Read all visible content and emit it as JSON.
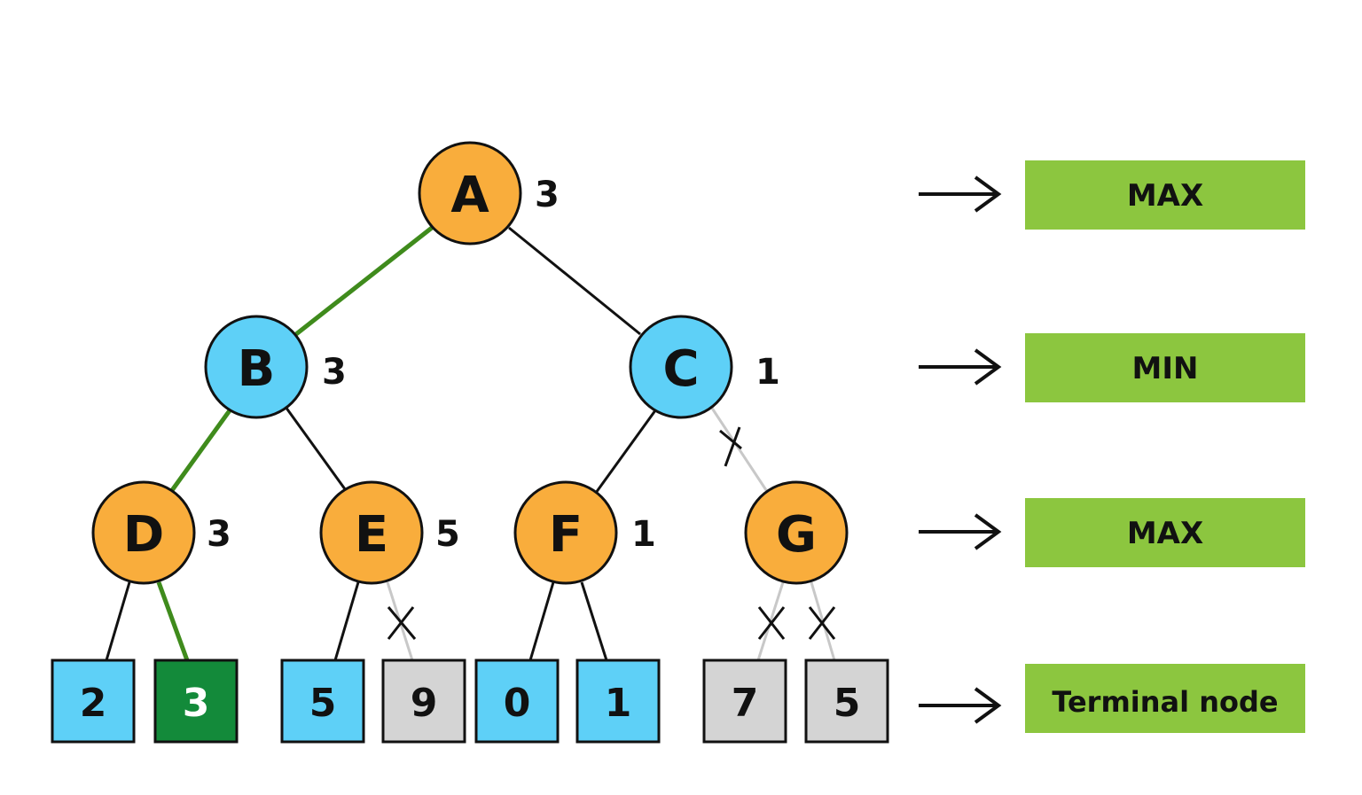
{
  "colors": {
    "max_node": "#f9ad3c",
    "min_node": "#5ed0f7",
    "leaf_normal": "#5ed0f7",
    "leaf_chosen": "#138a3a",
    "leaf_pruned": "#d4d4d4",
    "chosen_edge": "#3f8b1c",
    "pruned_edge": "#c8c8c8",
    "label_box": "#8cc63f"
  },
  "nodes": {
    "A": {
      "label": "A",
      "value": "3",
      "type": "max"
    },
    "B": {
      "label": "B",
      "value": "3",
      "type": "min"
    },
    "C": {
      "label": "C",
      "value": "1",
      "type": "min"
    },
    "D": {
      "label": "D",
      "value": "3",
      "type": "max"
    },
    "E": {
      "label": "E",
      "value": "5",
      "type": "max"
    },
    "F": {
      "label": "F",
      "value": "1",
      "type": "max"
    },
    "G": {
      "label": "G",
      "value": "",
      "type": "max"
    }
  },
  "leaves": [
    {
      "value": "2",
      "state": "normal"
    },
    {
      "value": "3",
      "state": "chosen"
    },
    {
      "value": "5",
      "state": "normal"
    },
    {
      "value": "9",
      "state": "pruned"
    },
    {
      "value": "0",
      "state": "normal"
    },
    {
      "value": "1",
      "state": "normal"
    },
    {
      "value": "7",
      "state": "pruned"
    },
    {
      "value": "5",
      "state": "pruned"
    }
  ],
  "levels": {
    "level0": "MAX",
    "level1": "MIN",
    "level2": "MAX",
    "level3": "Terminal node"
  },
  "icons": {
    "arrow": "right-arrow-icon",
    "prune": "prune-cross-icon"
  }
}
